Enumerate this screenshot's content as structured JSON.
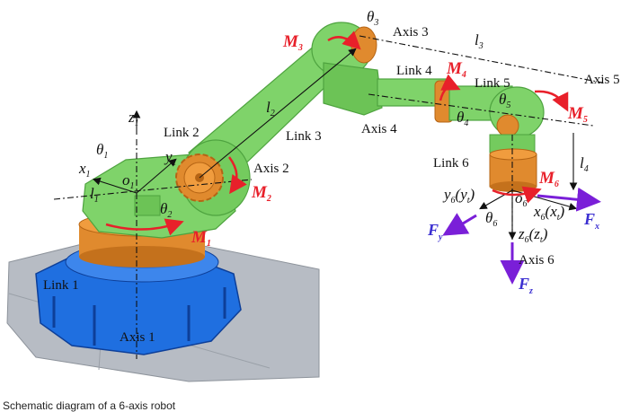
{
  "caption": "Schematic diagram of a 6-axis robot",
  "colors": {
    "link_green": "#7fd36a",
    "link_green_dark": "#4ea33f",
    "joint_orange": "#e08a2e",
    "base_blue": "#1f6fe0",
    "floor_gray": "#b7bcc4",
    "moment_red": "#e8202a",
    "force_purple": "#7a1fd8"
  },
  "labels": {
    "link1": "Link 1",
    "link2": "Link 2",
    "link3": "Link 3",
    "link4": "Link 4",
    "link5": "Link 5",
    "link6": "Link 6",
    "axis1": "Axis 1",
    "axis2": "Axis 2",
    "axis3": "Axis 3",
    "axis4": "Axis 4",
    "axis5": "Axis 5",
    "axis6": "Axis 6"
  },
  "symbols": {
    "z1": {
      "base": "z",
      "sub": "1"
    },
    "x1": {
      "base": "x",
      "sub": "1"
    },
    "y1": {
      "base": "y",
      "sub": "1"
    },
    "o1": {
      "base": "o",
      "sub": "1"
    },
    "l1": {
      "base": "l",
      "sub": "1"
    },
    "l2": {
      "base": "l",
      "sub": "2"
    },
    "l3": {
      "base": "l",
      "sub": "3"
    },
    "l4": {
      "base": "l",
      "sub": "4"
    },
    "theta1": {
      "base": "θ",
      "sub": "1"
    },
    "theta2": {
      "base": "θ",
      "sub": "2"
    },
    "theta3": {
      "base": "θ",
      "sub": "3"
    },
    "theta4": {
      "base": "θ",
      "sub": "4"
    },
    "theta5": {
      "base": "θ",
      "sub": "5"
    },
    "theta6": {
      "base": "θ",
      "sub": "6"
    },
    "o6": {
      "base": "o",
      "sub": "6"
    },
    "x6": {
      "base": "x",
      "sub": "6",
      "paren": "(x",
      "paren_sub": "t",
      "close": ")"
    },
    "y6": {
      "base": "y",
      "sub": "6",
      "paren": "(y",
      "paren_sub": "t",
      "close": ")"
    },
    "z6": {
      "base": "z",
      "sub": "6",
      "paren": "(z",
      "paren_sub": "t",
      "close": ")"
    }
  },
  "moments": {
    "M1": {
      "base": "M",
      "sub": "1"
    },
    "M2": {
      "base": "M",
      "sub": "2"
    },
    "M3": {
      "base": "M",
      "sub": "3"
    },
    "M4": {
      "base": "M",
      "sub": "4"
    },
    "M5": {
      "base": "M",
      "sub": "5"
    },
    "M6": {
      "base": "M",
      "sub": "6"
    }
  },
  "forces": {
    "Fx": {
      "base": "F",
      "sub": "x"
    },
    "Fy": {
      "base": "F",
      "sub": "y"
    },
    "Fz": {
      "base": "F",
      "sub": "z"
    }
  }
}
